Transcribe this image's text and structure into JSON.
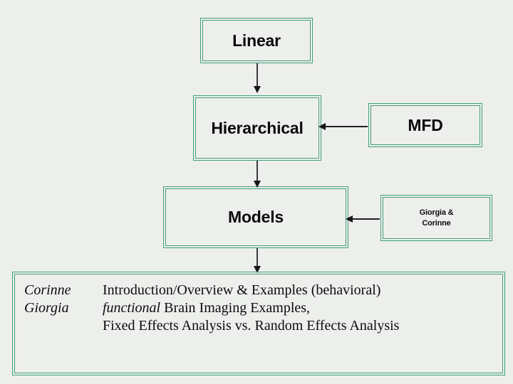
{
  "slide": {
    "background_color": "#edefec",
    "border_color": "#3f9e7c",
    "arrow_color": "#222222",
    "text_color": "#0c0c0c"
  },
  "nodes": {
    "linear": {
      "label": "Linear"
    },
    "hierarchical": {
      "label": "Hierarchical"
    },
    "models": {
      "label": "Models"
    },
    "mfd": {
      "label": "MFD"
    },
    "authors": {
      "label": "Giorgia &\nCorinne"
    }
  },
  "connectors": [
    {
      "name": "linear-to-hierarchical",
      "direction": "down"
    },
    {
      "name": "hierarchical-to-models",
      "direction": "down"
    },
    {
      "name": "models-to-footer",
      "direction": "down"
    },
    {
      "name": "mfd-to-hierarchical",
      "direction": "left"
    },
    {
      "name": "authors-to-models",
      "direction": "left"
    }
  ],
  "footer": {
    "lines": [
      {
        "who": "Corinne",
        "desc_pre": "",
        "desc_em": "",
        "desc_post": "Introduction/Overview & Examples (behavioral)"
      },
      {
        "who": "Giorgia",
        "desc_pre": "",
        "desc_em": "functional",
        "desc_post": " Brain Imaging Examples,"
      },
      {
        "who": "",
        "desc_pre": "",
        "desc_em": "",
        "desc_post": "Fixed Effects Analysis vs. Random Effects Analysis"
      }
    ]
  }
}
